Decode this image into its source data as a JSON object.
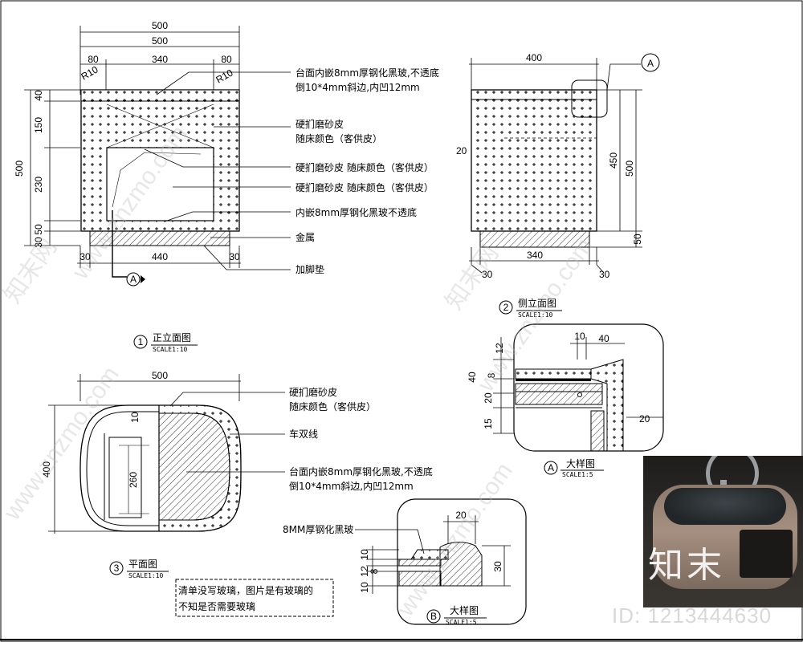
{
  "front": {
    "dims_top": [
      "500",
      "500",
      "80",
      "340",
      "80"
    ],
    "radius": "R10",
    "dims_left": [
      "500",
      "40",
      "150",
      "230",
      "50",
      "30"
    ],
    "dims_bottom": [
      "30",
      "440",
      "30"
    ],
    "callouts": [
      "台面内嵌8mm厚钢化黑玻,不透底",
      "倒10*4mm斜边,内凹12mm",
      "硬扪磨砂皮",
      "随床颜色（客供皮）",
      "硬扪磨砂皮  随床颜色（客供皮）",
      "硬扪磨砂皮  随床颜色（客供皮）",
      "内嵌8mm厚钢化黑玻不透底",
      "金属",
      "加脚垫"
    ],
    "section_mark": "A",
    "title_num": "1",
    "title": "正立面图",
    "scale": "SCALE1:10"
  },
  "side": {
    "dim_top": "400",
    "dims_right": [
      "450",
      "500",
      "50"
    ],
    "dim_left": "20",
    "dims_bottom": [
      "30",
      "340",
      "30"
    ],
    "detail_mark": "A",
    "title_num": "2",
    "title": "侧立面图",
    "scale": "SCALE1:10"
  },
  "plan": {
    "dim_top": "500",
    "dim_left": "400",
    "dim_inner_v": "260",
    "dim_inner_s": "10",
    "callouts": [
      "硬扪磨砂皮",
      "随床颜色（客供皮）",
      "车双线",
      "台面内嵌8mm厚钢化黑玻,不透底",
      "倒10*4mm斜边,内凹12mm"
    ],
    "title_num": "3",
    "title": "平面图",
    "scale": "SCALE1:10",
    "note": [
      "清单没写玻璃，图片是有玻璃的",
      "不知是否需要玻璃"
    ]
  },
  "detail_a": {
    "dims": [
      "10",
      "40",
      "12",
      "40",
      "8",
      "20",
      "15",
      "20"
    ],
    "title_num": "A",
    "title": "大样图",
    "scale": "SCALE1:5"
  },
  "detail_b": {
    "label": "8MM厚钢化黑玻",
    "dims": [
      "20",
      "10",
      "12",
      "8",
      "10",
      "30"
    ],
    "title_num": "B",
    "title": "大样图",
    "scale": "SCALE1:5"
  },
  "photo": {
    "brand": "知末"
  },
  "watermark": {
    "site": "www.znzmo.com",
    "brand": "知末网",
    "id_text": "ID: 1213444630"
  }
}
